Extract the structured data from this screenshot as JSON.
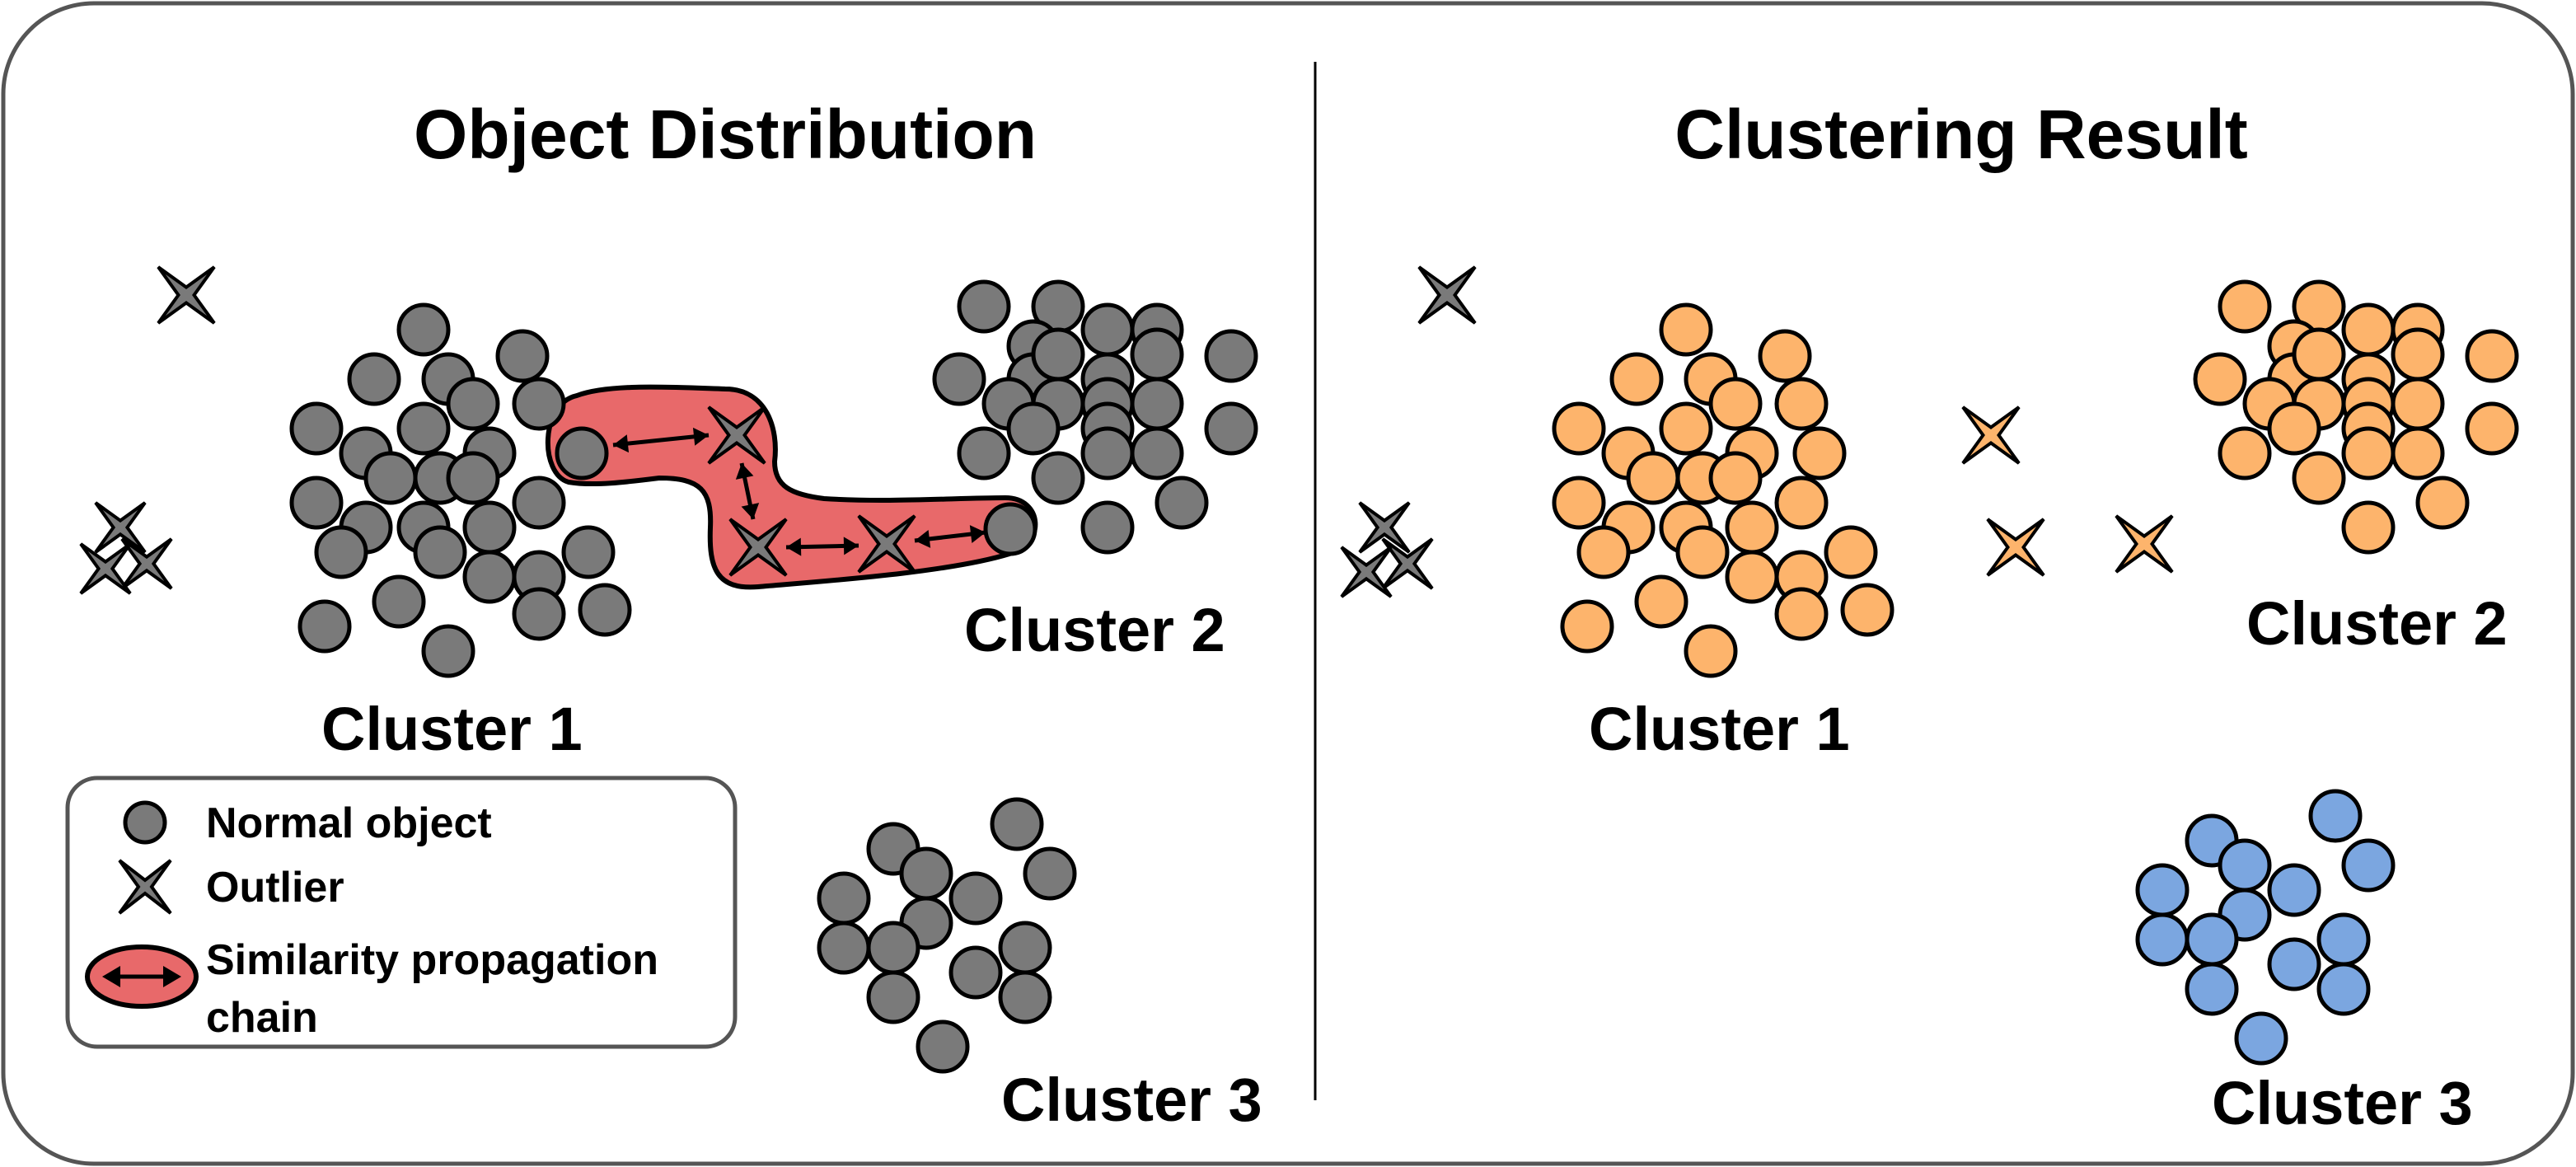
{
  "left_panel": {
    "title": "Object Distribution",
    "clusters": [
      {
        "label": "Cluster 1"
      },
      {
        "label": "Cluster 2"
      },
      {
        "label": "Cluster 3"
      }
    ]
  },
  "right_panel": {
    "title": "Clustering Result",
    "clusters": [
      {
        "label": "Cluster 1"
      },
      {
        "label": "Cluster 2"
      },
      {
        "label": "Cluster 3"
      }
    ]
  },
  "legend": {
    "items": [
      {
        "label": "Normal object",
        "icon": "gray-circle-icon"
      },
      {
        "label": "Outlier",
        "icon": "gray-star-icon"
      },
      {
        "label_line1": "Similarity propagation",
        "label_line2": "chain",
        "icon": "red-chain-icon"
      }
    ]
  },
  "colors": {
    "normal": "#7a7a7a",
    "cluster_orange": "#fdb46c",
    "cluster_blue": "#7ba6e0",
    "chain": "#e8696a",
    "outline": "#000000"
  }
}
